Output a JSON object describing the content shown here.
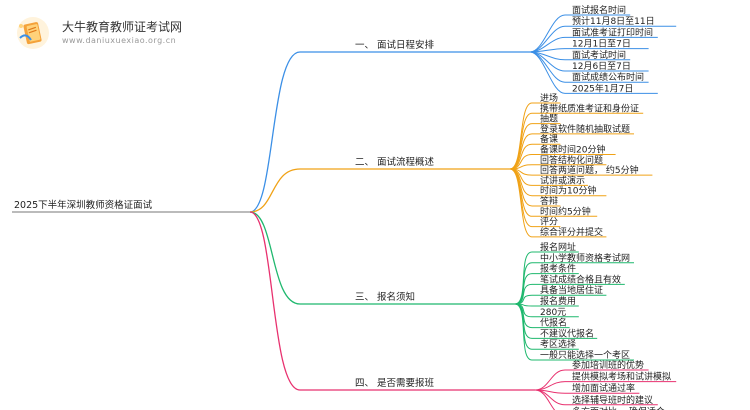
{
  "logo": {
    "title": "大牛教育教师证考试网",
    "url": "www.daniuxuexiao.org.cn"
  },
  "root": "2025下半年深圳教师资格证面试",
  "branches": [
    {
      "label": "一、 面试日程安排",
      "color": "#3b8fe6",
      "leaves": [
        "面试报名时间",
        "预计11月8日至11日",
        "面试准考证打印时间",
        "12月1日至7日",
        "面试考试时间",
        "12月6日至7日",
        "面试成绩公布时间",
        "2025年1月7日"
      ]
    },
    {
      "label": "二、 面试流程概述",
      "color": "#f0a216",
      "leaves": [
        "进场",
        "携带纸质准考证和身份证",
        "抽题",
        "登录软件随机抽取试题",
        "备课",
        "备课时间20分钟",
        "回答结构化问题",
        "回答两道问题， 约5分钟",
        "试讲或演示",
        "时间为10分钟",
        "答辩",
        "时间约5分钟",
        "评分",
        "综合评分并提交"
      ]
    },
    {
      "label": "三、 报名须知",
      "color": "#1fb86e",
      "leaves": [
        "报名网址",
        "中小学教师资格考试网",
        "报考条件",
        "笔试成绩合格且有效",
        "具备当地居住证",
        "报名费用",
        "280元",
        "代报名",
        "不建议代报名",
        "考区选择",
        "一般只能选择一个考区"
      ]
    },
    {
      "label": "四、 是否需要报班",
      "color": "#e8316f",
      "leaves": [
        "参加培训班的优势",
        "提供模拟考场和试讲模拟",
        "增加面试通过率",
        "选择辅导班时的建议",
        "多方面对比， 确保适合"
      ]
    }
  ]
}
